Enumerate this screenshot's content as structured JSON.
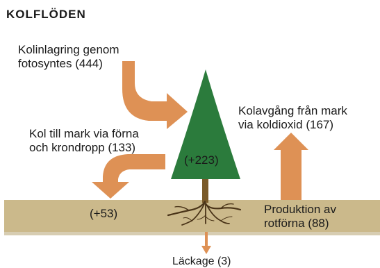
{
  "title": "KOLFLÖDEN",
  "labels": {
    "photosynthesis": {
      "line1": "Kolinlagring genom",
      "line2": "fotosyntes (444)"
    },
    "litter": {
      "line1": "Kol till mark via förna",
      "line2": "och krondropp (133)"
    },
    "respiration": {
      "line1": "Kolavgång från mark",
      "line2": "via koldioxid (167)"
    },
    "root_litter": {
      "line1": "Produktion av",
      "line2": "rotförna (88)"
    },
    "leakage": "Läckage (3)",
    "tree_storage": "(+223)",
    "soil_storage": "(+53)"
  },
  "colors": {
    "arrow": "#de9155",
    "tree": "#2b7b3c",
    "trunk": "#7a5a2a",
    "soil": "#cbb98b",
    "roots": "#4a3418"
  },
  "icons": {
    "tree": "conifer-tree-icon"
  }
}
